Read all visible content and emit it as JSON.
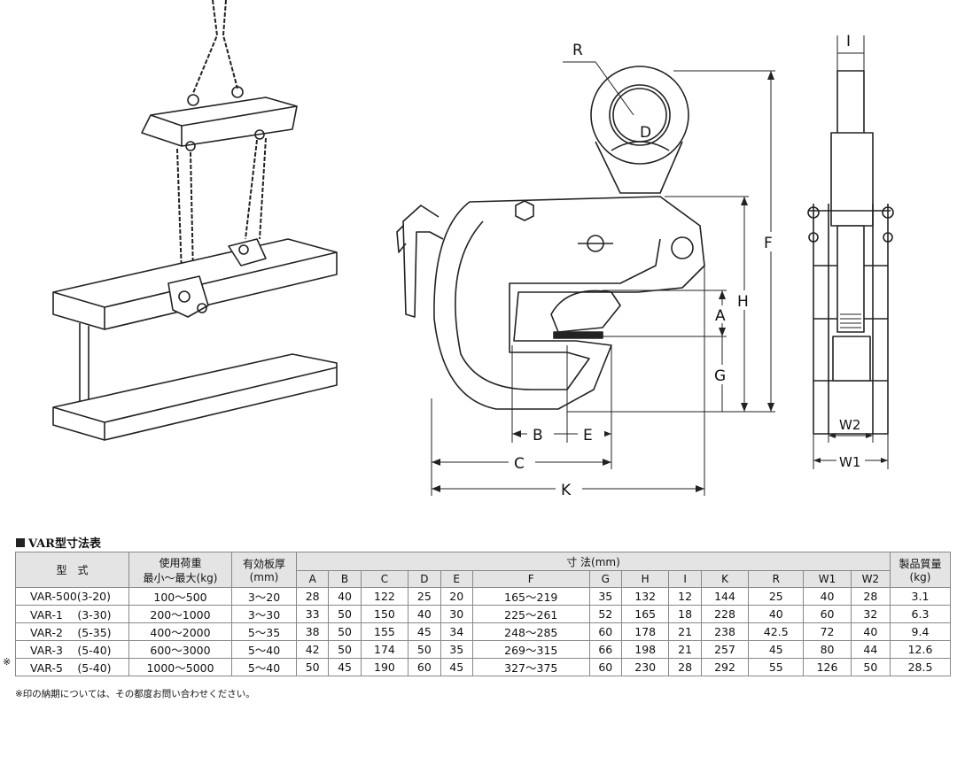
{
  "dimension_letters": {
    "R": "R",
    "D": "D",
    "F": "F",
    "H": "H",
    "A": "A",
    "G": "G",
    "B": "B",
    "E": "E",
    "C": "C",
    "K": "K",
    "I": "I",
    "W2": "W2",
    "W1": "W1"
  },
  "section_title": "VAR型寸法表",
  "table": {
    "header": {
      "model": "型　式",
      "load": "使用荷重\n最小～最大(kg)",
      "thickness": "有効板厚\n(mm)",
      "dims_group": "寸 法(mm)",
      "dims": [
        "A",
        "B",
        "C",
        "D",
        "E",
        "F",
        "G",
        "H",
        "I",
        "K",
        "R",
        "W1",
        "W2"
      ],
      "weight": "製品質量\n(kg)"
    },
    "rows": [
      {
        "mark": "",
        "model": "VAR-500(3-20)",
        "load": "100～500",
        "thickness": "3～20",
        "dims": [
          "28",
          "40",
          "122",
          "25",
          "20",
          "165～219",
          "35",
          "132",
          "12",
          "144",
          "25",
          "40",
          "28"
        ],
        "weight": "3.1"
      },
      {
        "mark": "",
        "model": "VAR-1　 (3-30)",
        "load": "200～1000",
        "thickness": "3～30",
        "dims": [
          "33",
          "50",
          "150",
          "40",
          "30",
          "225～261",
          "52",
          "165",
          "18",
          "228",
          "40",
          "60",
          "32"
        ],
        "weight": "6.3"
      },
      {
        "mark": "",
        "model": "VAR-2　 (5-35)",
        "load": "400～2000",
        "thickness": "5～35",
        "dims": [
          "38",
          "50",
          "155",
          "45",
          "34",
          "248～285",
          "60",
          "178",
          "21",
          "238",
          "42.5",
          "72",
          "40"
        ],
        "weight": "9.4"
      },
      {
        "mark": "",
        "model": "VAR-3　 (5-40)",
        "load": "600～3000",
        "thickness": "5～40",
        "dims": [
          "42",
          "50",
          "174",
          "50",
          "35",
          "269～315",
          "66",
          "198",
          "21",
          "257",
          "45",
          "80",
          "44"
        ],
        "weight": "12.6"
      },
      {
        "mark": "※",
        "model": "VAR-5　 (5-40)",
        "load": "1000～5000",
        "thickness": "5～40",
        "dims": [
          "50",
          "45",
          "190",
          "60",
          "45",
          "327～375",
          "60",
          "230",
          "28",
          "292",
          "55",
          "126",
          "50"
        ],
        "weight": "28.5"
      }
    ]
  },
  "note": "※印の納期については、その都度お問い合わせください。"
}
